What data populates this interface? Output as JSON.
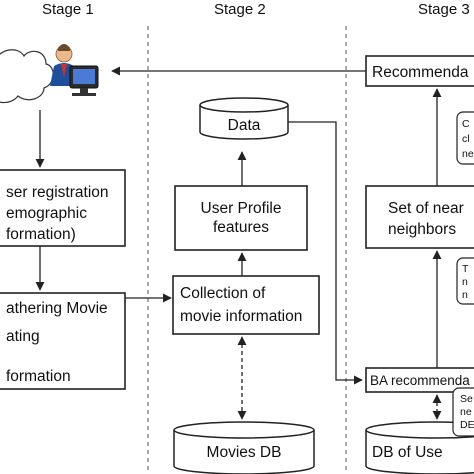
{
  "stages": [
    "Stage 1",
    "Stage 2",
    "Stage 3"
  ],
  "stage1": {
    "registration": [
      "ser registration",
      "emographic",
      "formation)"
    ],
    "gathering": [
      "athering Movie",
      "ating",
      "formation"
    ]
  },
  "stage2": {
    "data_db": "Data",
    "profile": [
      "User Profile",
      "features"
    ],
    "collection": [
      "Collection of",
      "movie information"
    ],
    "movies_db": "Movies DB"
  },
  "stage3": {
    "recommendation": "Recommenda",
    "neighbors": [
      "Set of near",
      "neighbors"
    ],
    "ba": "BA recommenda",
    "users_db": "DB of Use"
  },
  "side_notes": {
    "note1": [
      "C",
      "cl",
      "ne"
    ],
    "note2": [
      "T",
      "n",
      "n"
    ],
    "note3": [
      "Se",
      "ne",
      "DE"
    ]
  },
  "icons": [
    "cloud-icon",
    "user-computer-icon"
  ]
}
